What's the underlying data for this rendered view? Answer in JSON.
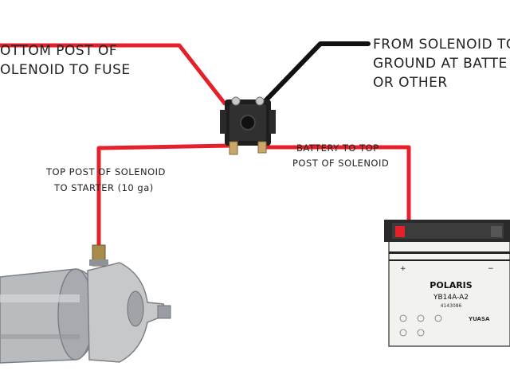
{
  "labels": {
    "top_left_line1": "OTTOM POST OF",
    "top_left_line2": "OLENOID TO FUSE",
    "top_right_line1": "FROM SOLENOID TO",
    "top_right_line2": "GROUND AT BATTE",
    "top_right_line3": "OR OTHER",
    "mid_left_line1": "TOP POST OF SOLENOID",
    "mid_left_line2": "TO STARTER (10 ga)",
    "mid_right_line1": "BATTERY TO TOP",
    "mid_right_line2": "POST OF SOLENOID"
  },
  "battery": {
    "brand": "POLARIS",
    "model": "YB14A-A2",
    "part_number": "4143086",
    "maker": "YUASA"
  },
  "colors": {
    "positive_wire": "#e5202a",
    "ground_wire": "#111111",
    "starter_body": "#b9bcbf",
    "battery_case": "#f2f2ee"
  }
}
